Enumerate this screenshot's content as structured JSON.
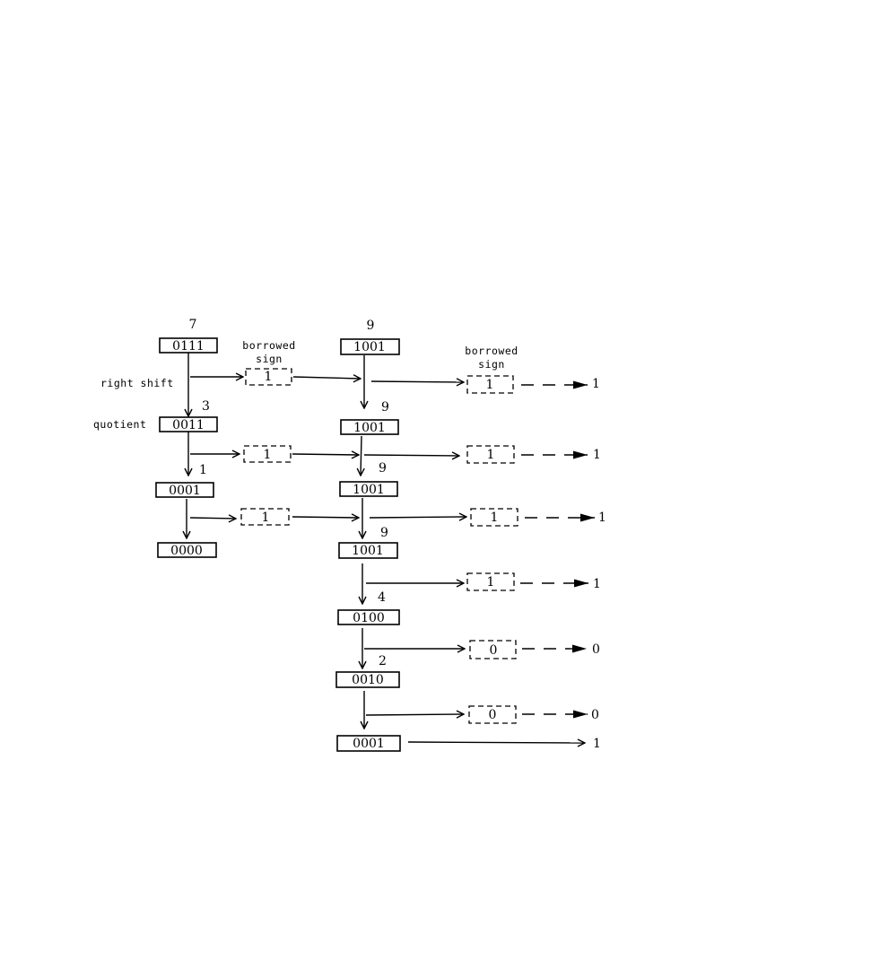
{
  "labels": {
    "right_shift": "right shift",
    "quotient": "quotient",
    "borrowed": "borrowed",
    "sign": "sign"
  },
  "left_column": {
    "top_value": "7",
    "registers": [
      "0111",
      "0011",
      "0001",
      "0000"
    ],
    "quotient_values": [
      "3",
      "1"
    ]
  },
  "middle_column": {
    "top_value": "9",
    "registers": [
      "1001",
      "1001",
      "1001",
      "1001",
      "0100",
      "0010",
      "0001"
    ],
    "values": [
      "9",
      "9",
      "9",
      "4",
      "2"
    ]
  },
  "left_borrow_bits": [
    "1",
    "1",
    "1"
  ],
  "right_borrow_bits": [
    "1",
    "1",
    "1",
    "1",
    "0",
    "0"
  ],
  "outputs": [
    "1",
    "1",
    "1",
    "1",
    "0",
    "0",
    "1"
  ]
}
